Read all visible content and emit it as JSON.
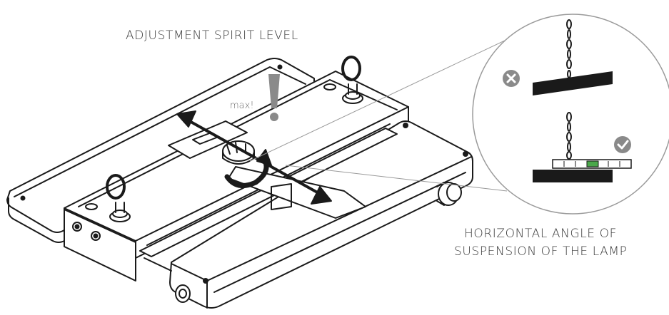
{
  "title": "ADJUSTMENT SPIRIT LEVEL",
  "max_label": "max!",
  "caption_line1": "HORIZONTAL ANGLE OF",
  "caption_line2": "SUSPENSION OF THE LAMP",
  "icons": {
    "wrong": "cross-circle-icon",
    "right": "check-circle-icon",
    "warning": "exclamation-icon"
  },
  "colors": {
    "line": "#1a1a1a",
    "icon_fill": "#8a8a8a",
    "text": "#3a3a3a",
    "level_green": "#4aa84a"
  }
}
